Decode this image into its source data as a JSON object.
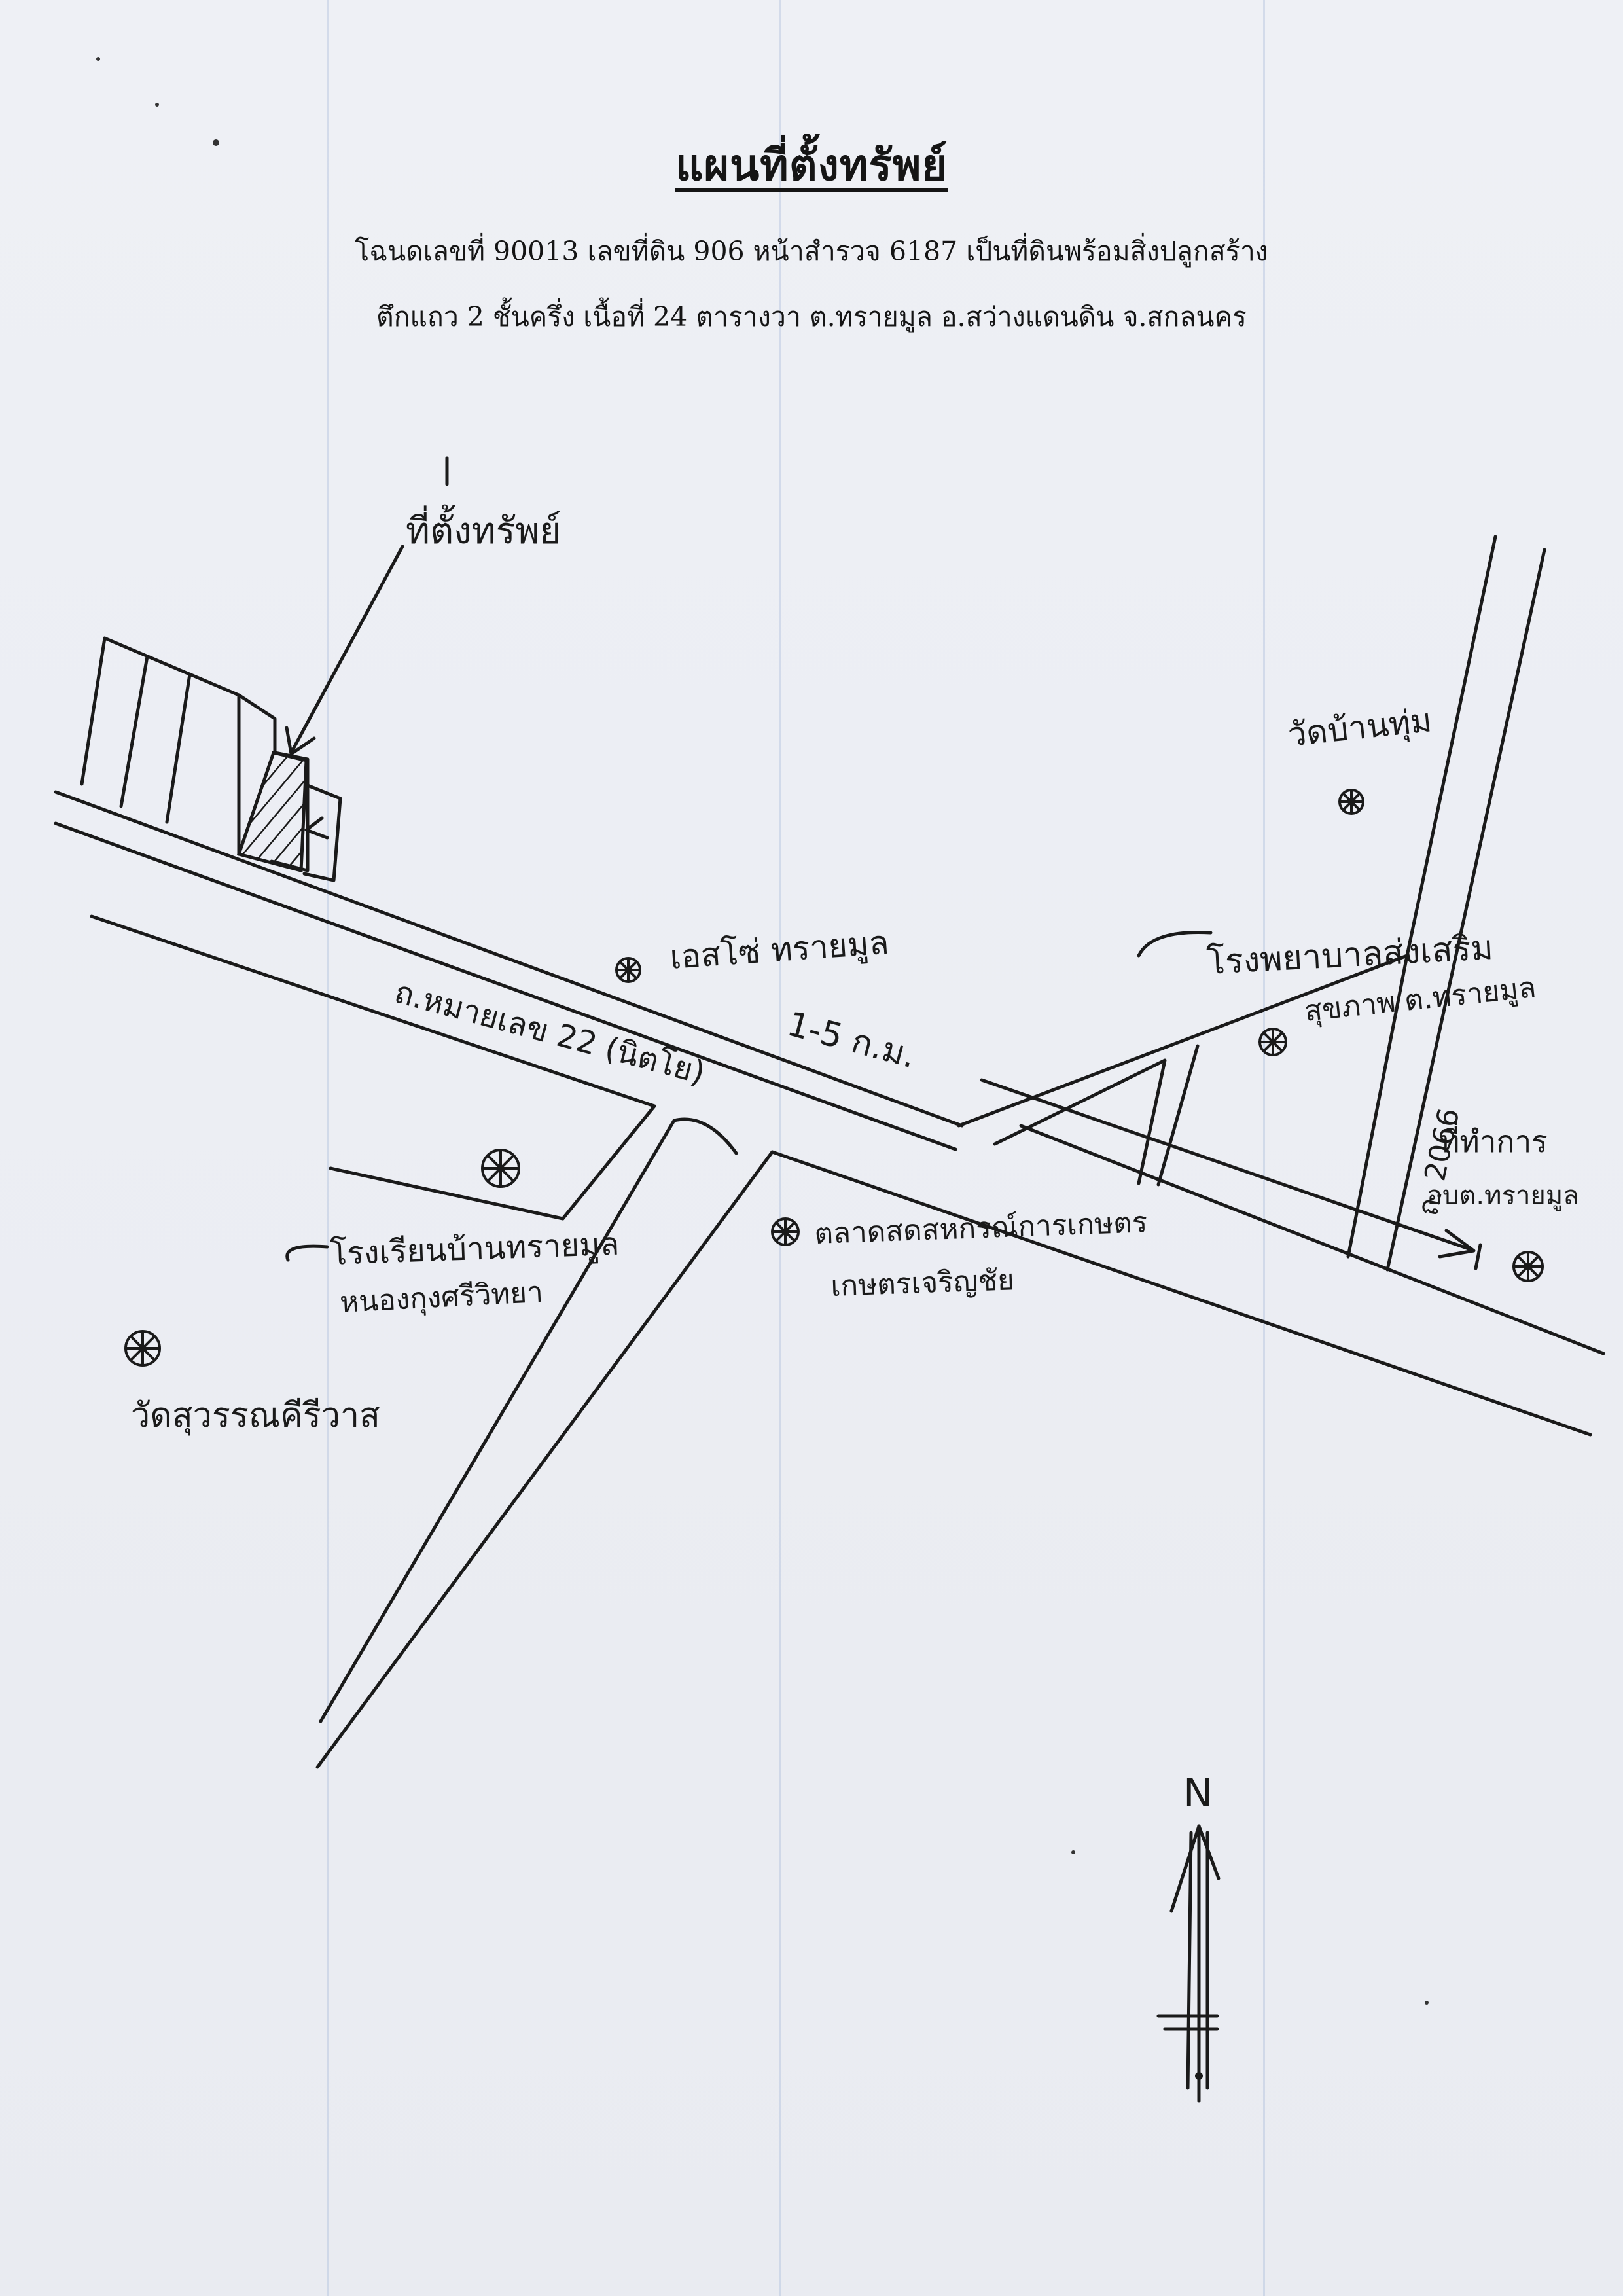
{
  "document": {
    "title": "แผนที่ตั้งทรัพย์",
    "line1": "โฉนดเลขที่ 90013 เลขที่ดิน 906 หน้าสำรวจ 6187 เป็นที่ดินพร้อมสิ่งปลูกสร้าง",
    "line2": "ตึกแถว 2 ชั้นครึ่ง เนื้อที่ 24 ตารางวา ต.ทรายมูล อ.สว่างแดนดิน จ.สกลนคร"
  },
  "map": {
    "property_label": "ที่ตั้งทรัพย์",
    "distance_label": "1-5 ก.ม.",
    "main_road_label": "ถ.หมายเลข 22 (นิตโย)",
    "side_road_label": "ถ. 2066",
    "north_label": "N",
    "landmarks": {
      "wat_top_right": "วัดบ้านทุ่ม",
      "clinic": "เอสโซ่ ทรายมูล",
      "hospital_l1": "โรงพยาบาลส่งเสริม",
      "hospital_l2": "สุขภาพ ต.ทรายมูล",
      "tambon_l1": "ที่ทำการ",
      "tambon_l2": "อบต.ทรายมูล",
      "school_l1": "โรงเรียนบ้านทรายมูล",
      "school_l2": "หนองกุงศรีวิทยา",
      "bank_l1": "ตลาดสดสหกรณ์การเกษตร",
      "bank_l2": "เกษตรเจริญชัย",
      "wat_left": "วัดสุวรรณคีรีวาส"
    }
  }
}
